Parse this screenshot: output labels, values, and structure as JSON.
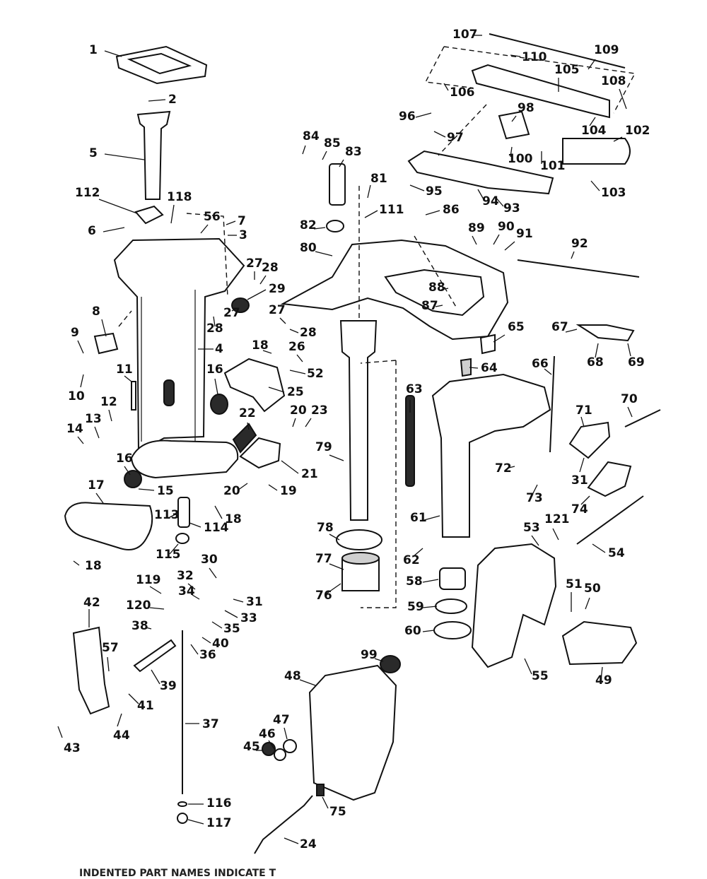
{
  "footer": {
    "note": "INDENTED PART NAMES INDICATE T"
  },
  "callouts": [
    {
      "id": "1",
      "label": "1"
    },
    {
      "id": "2",
      "label": "2"
    },
    {
      "id": "3",
      "label": "3"
    },
    {
      "id": "4",
      "label": "4"
    },
    {
      "id": "5",
      "label": "5"
    },
    {
      "id": "6",
      "label": "6"
    },
    {
      "id": "7",
      "label": "7"
    },
    {
      "id": "8",
      "label": "8"
    },
    {
      "id": "9",
      "label": "9"
    },
    {
      "id": "10",
      "label": "10"
    },
    {
      "id": "11",
      "label": "11"
    },
    {
      "id": "12",
      "label": "12"
    },
    {
      "id": "13",
      "label": "13"
    },
    {
      "id": "14",
      "label": "14"
    },
    {
      "id": "15",
      "label": "15"
    },
    {
      "id": "16a",
      "label": "16"
    },
    {
      "id": "16b",
      "label": "16"
    },
    {
      "id": "17",
      "label": "17"
    },
    {
      "id": "18a",
      "label": "18"
    },
    {
      "id": "18b",
      "label": "18"
    },
    {
      "id": "18c",
      "label": "18"
    },
    {
      "id": "19",
      "label": "19"
    },
    {
      "id": "20a",
      "label": "20"
    },
    {
      "id": "20b",
      "label": "20"
    },
    {
      "id": "21",
      "label": "21"
    },
    {
      "id": "22",
      "label": "22"
    },
    {
      "id": "23",
      "label": "23"
    },
    {
      "id": "24",
      "label": "24"
    },
    {
      "id": "25",
      "label": "25"
    },
    {
      "id": "26",
      "label": "26"
    },
    {
      "id": "27a",
      "label": "27"
    },
    {
      "id": "27b",
      "label": "27"
    },
    {
      "id": "27c",
      "label": "27"
    },
    {
      "id": "28a",
      "label": "28"
    },
    {
      "id": "28b",
      "label": "28"
    },
    {
      "id": "28c",
      "label": "28"
    },
    {
      "id": "29",
      "label": "29"
    },
    {
      "id": "30",
      "label": "30"
    },
    {
      "id": "31a",
      "label": "31"
    },
    {
      "id": "31b",
      "label": "31"
    },
    {
      "id": "32",
      "label": "32"
    },
    {
      "id": "33",
      "label": "33"
    },
    {
      "id": "34",
      "label": "34"
    },
    {
      "id": "35",
      "label": "35"
    },
    {
      "id": "36",
      "label": "36"
    },
    {
      "id": "37",
      "label": "37"
    },
    {
      "id": "38",
      "label": "38"
    },
    {
      "id": "39",
      "label": "39"
    },
    {
      "id": "40",
      "label": "40"
    },
    {
      "id": "41",
      "label": "41"
    },
    {
      "id": "42",
      "label": "42"
    },
    {
      "id": "43",
      "label": "43"
    },
    {
      "id": "44",
      "label": "44"
    },
    {
      "id": "45",
      "label": "45"
    },
    {
      "id": "46",
      "label": "46"
    },
    {
      "id": "47",
      "label": "47"
    },
    {
      "id": "48",
      "label": "48"
    },
    {
      "id": "49",
      "label": "49"
    },
    {
      "id": "50",
      "label": "50"
    },
    {
      "id": "51",
      "label": "51"
    },
    {
      "id": "52",
      "label": "52"
    },
    {
      "id": "53",
      "label": "53"
    },
    {
      "id": "54",
      "label": "54"
    },
    {
      "id": "55",
      "label": "55"
    },
    {
      "id": "56",
      "label": "56"
    },
    {
      "id": "57",
      "label": "57"
    },
    {
      "id": "58",
      "label": "58"
    },
    {
      "id": "59",
      "label": "59"
    },
    {
      "id": "60",
      "label": "60"
    },
    {
      "id": "61",
      "label": "61"
    },
    {
      "id": "62",
      "label": "62"
    },
    {
      "id": "63",
      "label": "63"
    },
    {
      "id": "64",
      "label": "64"
    },
    {
      "id": "65",
      "label": "65"
    },
    {
      "id": "66",
      "label": "66"
    },
    {
      "id": "67",
      "label": "67"
    },
    {
      "id": "68",
      "label": "68"
    },
    {
      "id": "69",
      "label": "69"
    },
    {
      "id": "70",
      "label": "70"
    },
    {
      "id": "71",
      "label": "71"
    },
    {
      "id": "72",
      "label": "72"
    },
    {
      "id": "73",
      "label": "73"
    },
    {
      "id": "74",
      "label": "74"
    },
    {
      "id": "75",
      "label": "75"
    },
    {
      "id": "76",
      "label": "76"
    },
    {
      "id": "77",
      "label": "77"
    },
    {
      "id": "78",
      "label": "78"
    },
    {
      "id": "79",
      "label": "79"
    },
    {
      "id": "80",
      "label": "80"
    },
    {
      "id": "81",
      "label": "81"
    },
    {
      "id": "82",
      "label": "82"
    },
    {
      "id": "83",
      "label": "83"
    },
    {
      "id": "84",
      "label": "84"
    },
    {
      "id": "85",
      "label": "85"
    },
    {
      "id": "86",
      "label": "86"
    },
    {
      "id": "87",
      "label": "87"
    },
    {
      "id": "88",
      "label": "88"
    },
    {
      "id": "89",
      "label": "89"
    },
    {
      "id": "90",
      "label": "90"
    },
    {
      "id": "91",
      "label": "91"
    },
    {
      "id": "92",
      "label": "92"
    },
    {
      "id": "93",
      "label": "93"
    },
    {
      "id": "94",
      "label": "94"
    },
    {
      "id": "95",
      "label": "95"
    },
    {
      "id": "96",
      "label": "96"
    },
    {
      "id": "97",
      "label": "97"
    },
    {
      "id": "98",
      "label": "98"
    },
    {
      "id": "99",
      "label": "99"
    },
    {
      "id": "100",
      "label": "100"
    },
    {
      "id": "101",
      "label": "101"
    },
    {
      "id": "102",
      "label": "102"
    },
    {
      "id": "103",
      "label": "103"
    },
    {
      "id": "104",
      "label": "104"
    },
    {
      "id": "105",
      "label": "105"
    },
    {
      "id": "106",
      "label": "106"
    },
    {
      "id": "107",
      "label": "107"
    },
    {
      "id": "108",
      "label": "108"
    },
    {
      "id": "109",
      "label": "109"
    },
    {
      "id": "110",
      "label": "110"
    },
    {
      "id": "111",
      "label": "111"
    },
    {
      "id": "112",
      "label": "112"
    },
    {
      "id": "113",
      "label": "113"
    },
    {
      "id": "114",
      "label": "114"
    },
    {
      "id": "115",
      "label": "115"
    },
    {
      "id": "116",
      "label": "116"
    },
    {
      "id": "117",
      "label": "117"
    },
    {
      "id": "118",
      "label": "118"
    },
    {
      "id": "119",
      "label": "119"
    },
    {
      "id": "120",
      "label": "120"
    },
    {
      "id": "121",
      "label": "121"
    }
  ]
}
